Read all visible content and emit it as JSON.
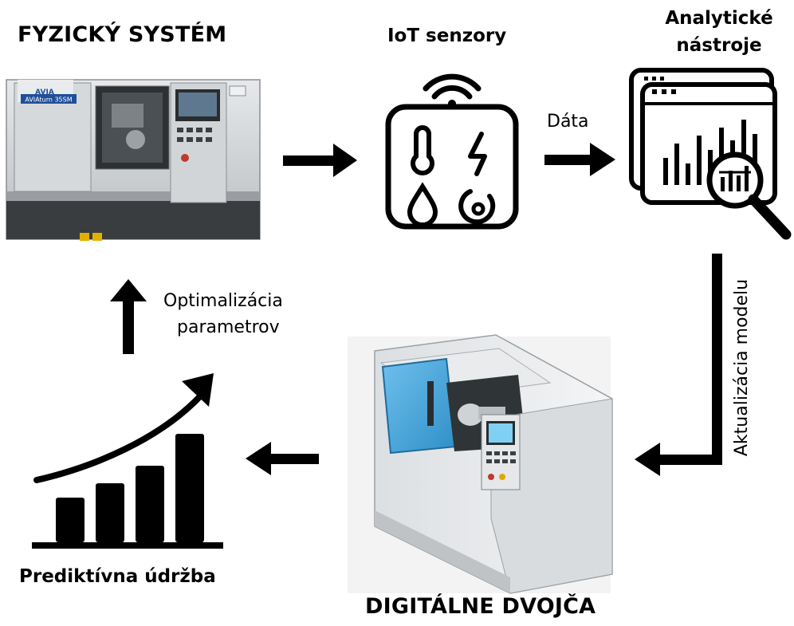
{
  "physical_system": {
    "title": "FYZICKÝ SYSTÉM",
    "machine_badge": "AVIA",
    "machine_model": "AVIAturn 35SM"
  },
  "iot": {
    "title": "IoT senzory"
  },
  "data_flow": {
    "label": "Dáta"
  },
  "analytics": {
    "title_line1": "Analytické",
    "title_line2": "nástroje"
  },
  "model_update": {
    "label": "Aktualizácia modelu"
  },
  "digital_twin": {
    "title": "DIGITÁLNE DVOJČA"
  },
  "optimization": {
    "line1": "Optimalizácia",
    "line2": "parametrov"
  },
  "maintenance": {
    "title": "Prediktívna údržba"
  },
  "colors": {
    "twin_blue": "#4aa8dc",
    "machine_gray": "#c9ccce",
    "machine_dark": "#3a3d40"
  }
}
